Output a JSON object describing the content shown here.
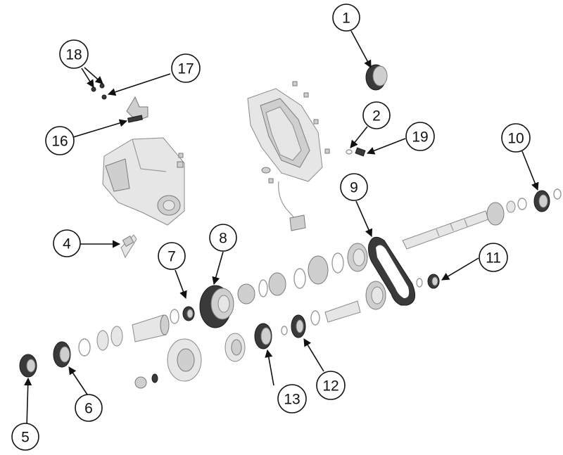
{
  "callouts": {
    "c1": "1",
    "c2": "2",
    "c4": "4",
    "c5": "5",
    "c6": "6",
    "c7": "7",
    "c8": "8",
    "c9": "9",
    "c10": "10",
    "c11": "11",
    "c12": "12",
    "c13": "13",
    "c16": "16",
    "c17": "17",
    "c18": "18",
    "c19": "19"
  },
  "colors": {
    "callout_stroke": "#111111",
    "part_gray": "#cfcfcf",
    "part_dark": "#3a3a3a"
  }
}
